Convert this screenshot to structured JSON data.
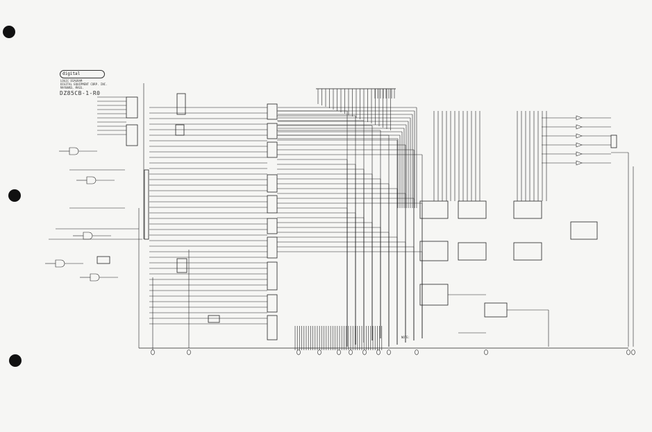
{
  "title_block": {
    "logo": "digital",
    "line1": "LOGIC DIAGRAM",
    "line2": "DIGITAL EQUIPMENT CORP. INC.",
    "line3": "MAYNARD, MASS.",
    "drawing_number": "DZ85CB-1-R0"
  },
  "note": "NOTE:",
  "colors": {
    "ink": "#222222",
    "paper": "#f6f6f4"
  }
}
